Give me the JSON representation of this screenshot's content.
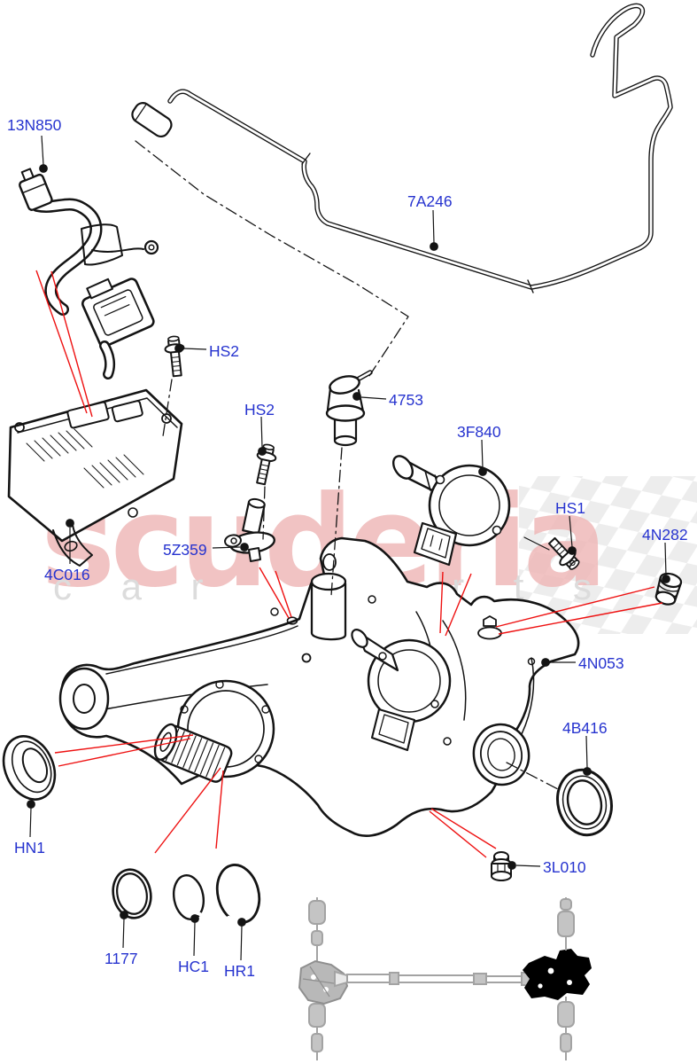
{
  "watermark": {
    "brand": "scuderia",
    "tagline": "car parts"
  },
  "callouts": {
    "13n850": {
      "label": "13N850"
    },
    "7a246": {
      "label": "7A246"
    },
    "hs2_upper": {
      "label": "HS2"
    },
    "hs2_lower": {
      "label": "HS2"
    },
    "4753": {
      "label": "4753"
    },
    "3f840": {
      "label": "3F840"
    },
    "hs1": {
      "label": "HS1"
    },
    "4n282": {
      "label": "4N282"
    },
    "5z359": {
      "label": "5Z359"
    },
    "4c016": {
      "label": "4C016"
    },
    "4n053": {
      "label": "4N053"
    },
    "4b416": {
      "label": "4B416"
    },
    "hn1": {
      "label": "HN1"
    },
    "3l010": {
      "label": "3L010"
    },
    "1177": {
      "label": "1177"
    },
    "hc1": {
      "label": "HC1"
    },
    "hr1": {
      "label": "HR1"
    }
  },
  "colors": {
    "callout_text": "#2633cf",
    "pointer_line": "#ee1111",
    "line_art": "#141414",
    "watermark_brand": "#efb9b9",
    "watermark_tagline": "#dcdcdc",
    "schematic": "#a3a3a3",
    "schematic_highlight": "#000000"
  }
}
